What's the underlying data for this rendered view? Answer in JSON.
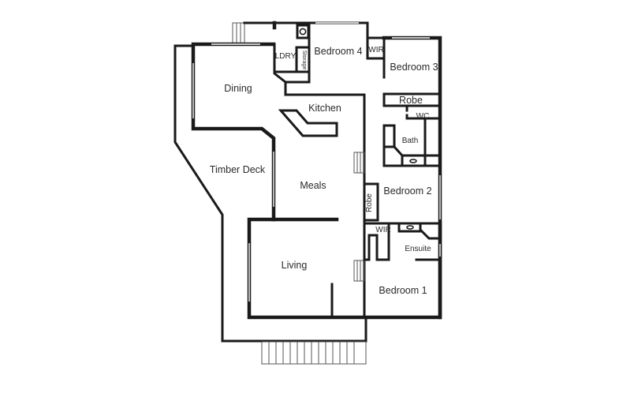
{
  "floorplan": {
    "rooms": {
      "dining": "Dining",
      "kitchen": "Kitchen",
      "timber_deck": "Timber Deck",
      "meals": "Meals",
      "living": "Living",
      "laundry": "LDRY",
      "storage": "Storage",
      "bedroom4": "Bedroom 4",
      "wir_top": "WIR",
      "bedroom3": "Bedroom 3",
      "robe_top": "Robe",
      "wc": "WC",
      "bath": "Bath",
      "bedroom2": "Bedroom 2",
      "robe_side": "Robe",
      "wir_bottom": "WIR",
      "ensuite": "Ensuite",
      "bedroom1": "Bedroom 1"
    },
    "colors": {
      "wall": "#1a1a1a",
      "background": "#ffffff",
      "label": "#2a2a2a"
    }
  }
}
